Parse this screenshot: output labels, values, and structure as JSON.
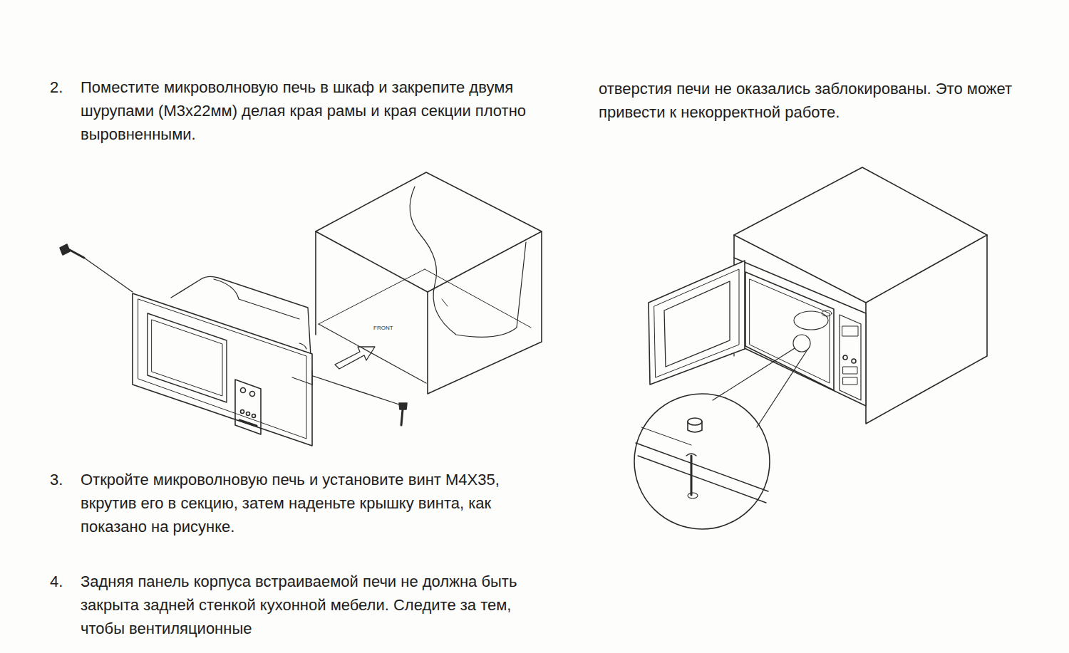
{
  "diagram": {
    "labels": [
      "2.",
      "Поместите микроволновую печь в шкаф и закрепите двумя шурупами (М3х22мм) делая края рамы и края секции плотно выровненными.",
      "3.",
      "Откройте микроволновую печь и установите винт М4Х35, вкрутив его в секцию, затем наденьте крышку винта, как показано на рисунке.",
      "4.",
      "Задняя панель корпуса встраиваемой печи не должна быть закрыта задней стенкой кухонной мебели. Следите за тем, чтобы вентиляционные",
      "отверстия печи не оказались заблокированы. Это может привести к некорректной работе.",
      "FRONT"
    ]
  }
}
